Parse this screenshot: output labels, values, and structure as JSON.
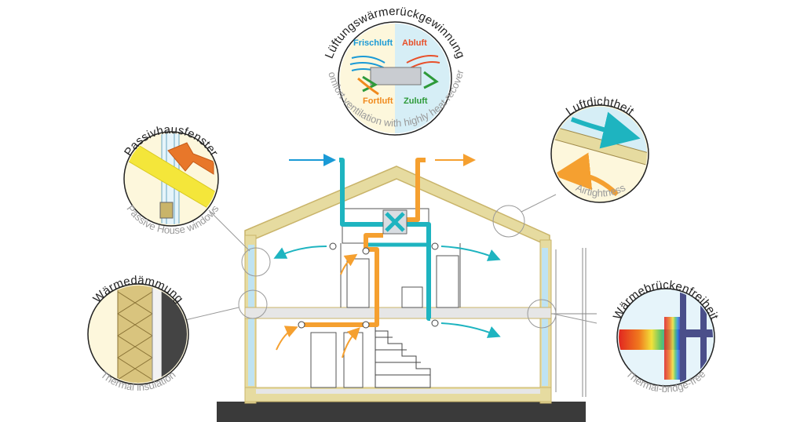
{
  "circles": {
    "heat_recovery": {
      "title": "Lüftungswärmerückgewinnung",
      "subtitle": "Comfort ventilation with highly heat recovery",
      "labels": {
        "fresh": "Frischluft",
        "exhaust": "Abluft",
        "outgoing": "Fortluft",
        "supply": "Zuluft"
      }
    },
    "windows": {
      "title": "Passivhausfenster",
      "subtitle": "Passive House windows"
    },
    "airtightness": {
      "title": "Luftdichtheit",
      "subtitle": "Airtightness"
    },
    "insulation": {
      "title": "Wärmedämmung",
      "subtitle": "Thermal insulation"
    },
    "thermal_bridge": {
      "title": "Wärmebrückenfreiheit",
      "subtitle": "Thermal-bridge-free"
    }
  },
  "colors": {
    "fresh": "#1a9ad6",
    "exhaust": "#e8502a",
    "outgoing": "#f08a1e",
    "supply": "#2e9a3a",
    "duct_cold": "#1eb4c0",
    "duct_warm": "#f5a030",
    "wall": "#e6dba0",
    "wall_edge": "#c9b46a",
    "blue_glass": "#bfe3f2",
    "ground": "#3a3a3a"
  }
}
